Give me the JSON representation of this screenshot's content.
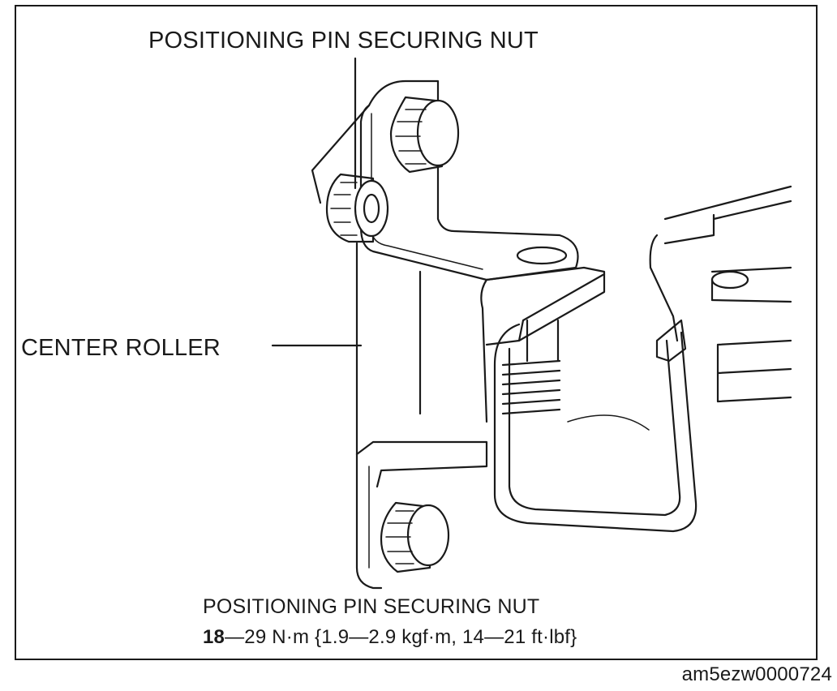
{
  "labels": {
    "top_nut": "POSITIONING PIN SECURING NUT",
    "center_roller": "CENTER ROLLER",
    "bottom_nut": "POSITIONING PIN SECURING NUT",
    "torque_bold": "18",
    "torque_rest": "—29 N·m {1.9—2.9 kgf·m, 14—21 ft·lbf}"
  },
  "image_id": "am5ezw0000724"
}
